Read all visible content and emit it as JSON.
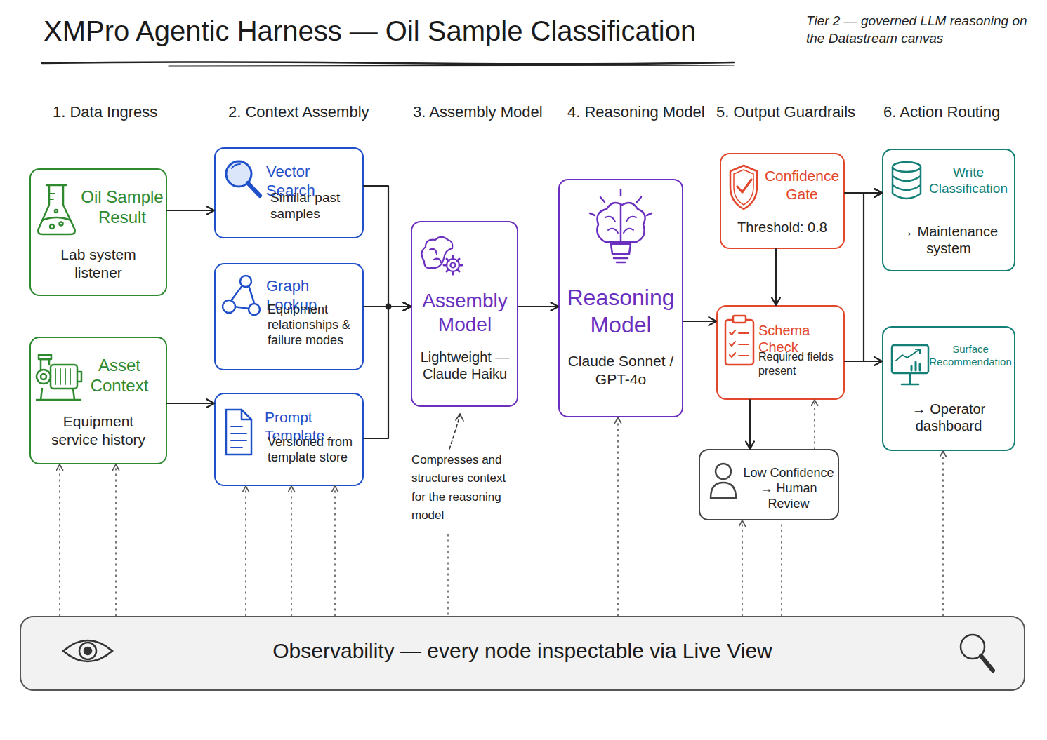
{
  "diagram": {
    "title": "XMPro Agentic Harness — Oil Sample Classification",
    "nodes": [
      {
        "text": [
          "Oil Sample Result",
          "Lab system listener"
        ]
      },
      {
        "text": [
          "Asset Context",
          "Equipment service history"
        ]
      },
      {
        "text": [
          "Vector Search",
          "Similar past samples"
        ]
      },
      {
        "text": [
          "Graph Lookup",
          "Equipment relationships & failure modes"
        ]
      },
      {
        "text": [
          "Prompt Template",
          "Versioned from template store"
        ]
      },
      {
        "text": [
          "Assembly Model",
          "Lightweight — Claude Haiku"
        ]
      },
      {
        "text": [
          "Reasoning Model",
          "Claude Sonnet / GPT-4o"
        ]
      },
      {
        "text": [
          "Confidence Gate",
          "Threshold: 0.8"
        ]
      },
      {
        "text": [
          "Schema Check",
          "Required fields present"
        ]
      },
      {
        "text": [
          "Low Confidence → Human Review"
        ]
      },
      {
        "text": [
          "Write Classification",
          "→ Maintenance system"
        ]
      },
      {
        "text": [
          "Surface Recommendation",
          "→ Operator dashboard"
        ]
      },
      {
        "text": [
          "Observability — every node inspectable via Live View"
        ]
      }
    ],
    "edges": [
      {
        "from": 0,
        "to": 2,
        "arrow": "to"
      },
      {
        "from": 1,
        "to": 4,
        "arrow": "to"
      },
      {
        "from": 2,
        "to": 5,
        "arrow": "to"
      },
      {
        "from": 3,
        "to": 5,
        "arrow": "to"
      },
      {
        "from": 4,
        "to": 5,
        "arrow": "to"
      },
      {
        "from": 5,
        "to": 6,
        "arrow": "to"
      },
      {
        "from": 6,
        "to": 8,
        "arrow": "to"
      },
      {
        "from": 7,
        "to": 8,
        "arrow": "to"
      },
      {
        "from": 7,
        "to": 10,
        "arrow": "to"
      },
      {
        "from": 8,
        "to": 10,
        "arrow": "to"
      },
      {
        "from": 8,
        "to": 11,
        "arrow": "to"
      },
      {
        "from": 8,
        "to": 9,
        "arrow": "to"
      },
      {
        "from": 9,
        "to": 8,
        "arrow": "to"
      },
      {
        "from": 12,
        "to": 1,
        "arrow": "to"
      },
      {
        "from": 12,
        "to": 1,
        "arrow": "to"
      },
      {
        "from": 12,
        "to": 4,
        "arrow": "to"
      },
      {
        "from": 12,
        "to": 4,
        "arrow": "to"
      },
      {
        "from": 12,
        "to": 4,
        "arrow": "to"
      },
      {
        "from": 12,
        "to": 6,
        "arrow": "to"
      },
      {
        "from": 12,
        "to": 9,
        "arrow": "to"
      },
      {
        "from": 12,
        "to": 9,
        "arrow": "none"
      },
      {
        "from": 12,
        "to": 11,
        "arrow": "to"
      }
    ],
    "labels": [
      "Tier 2 — governed LLM reasoning on the Datastream canvas",
      "1. Data Ingress",
      "2. Context Assembly",
      "3. Assembly Model",
      "4. Reasoning Model",
      "5. Output Guardrails",
      "6. Action Routing",
      "Compresses and structures context for the reasoning model"
    ]
  }
}
